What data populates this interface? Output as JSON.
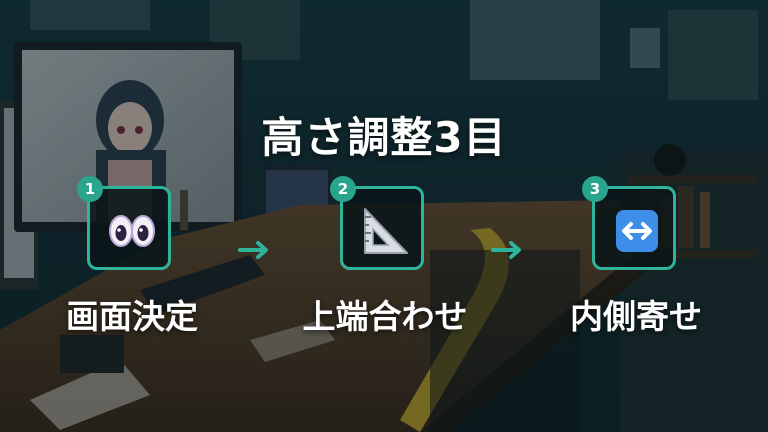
{
  "title": "高さ調整3目",
  "colors": {
    "accent": "#2fb39a",
    "badge": "#2aa58d",
    "text": "#ffffff"
  },
  "steps": [
    {
      "number": "1",
      "icon": "eyes-icon",
      "label": "画面決定"
    },
    {
      "number": "2",
      "icon": "triangular-ruler-icon",
      "label": "上端合わせ"
    },
    {
      "number": "3",
      "icon": "left-right-arrow-icon",
      "label": "内側寄せ"
    }
  ],
  "connectors": [
    "arrow-right-icon",
    "arrow-right-icon"
  ]
}
